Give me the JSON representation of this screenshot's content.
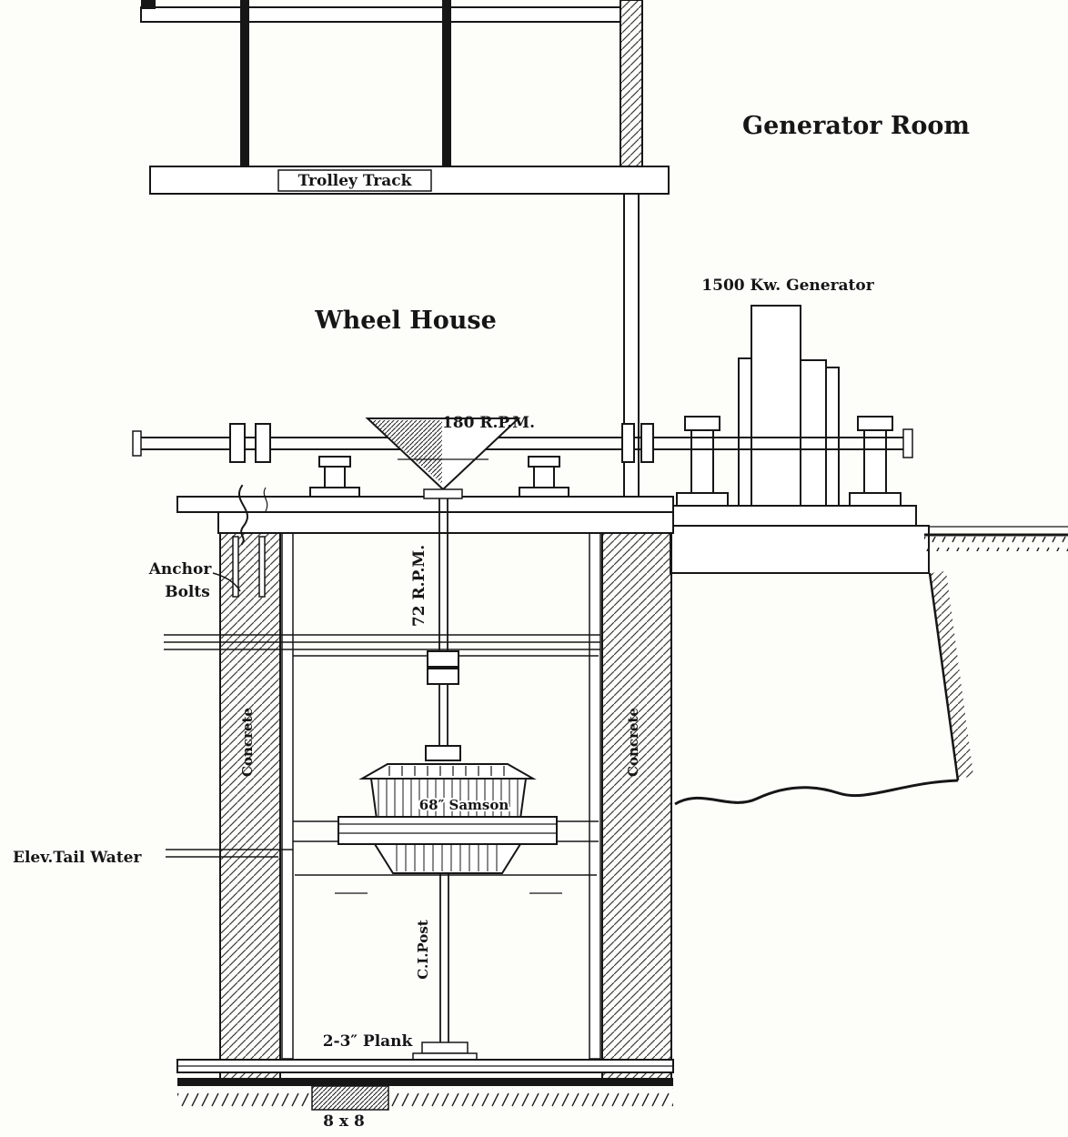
{
  "colors": {
    "ink": "#161616",
    "paper": "#fdfdfa"
  },
  "rooms": {
    "wheel_house": "Wheel House",
    "generator_room": "Generator Room"
  },
  "labels": {
    "trolley_track": "Trolley Track",
    "generator": "1500 Kw. Generator",
    "shaft_speed": "180 R.P.M.",
    "vertical_shaft_speed": "72 R.P.M.",
    "anchor_line1": "Anchor",
    "anchor_line2": "Bolts",
    "concrete_left": "Concrete",
    "concrete_right": "Concrete",
    "turbine": "68″ Samson",
    "tail_water": "Elev.Tail Water",
    "post": "C.I.Post",
    "plank": "2-3″ Plank",
    "timber": "8 x 8"
  }
}
